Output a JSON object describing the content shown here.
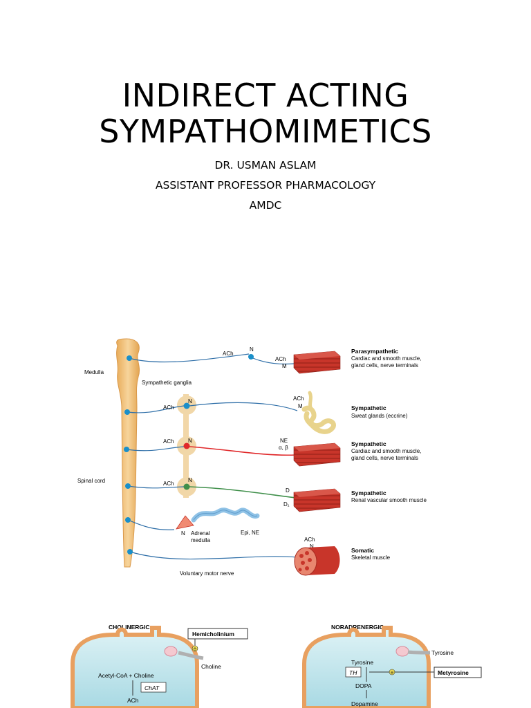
{
  "slide": {
    "title_line1": "INDIRECT ACTING",
    "title_line2": "SYMPATHOMIMETICS",
    "author": "DR. USMAN ASLAM",
    "position": "ASSISTANT PROFESSOR PHARMACOLOGY",
    "institution": "AMDC"
  },
  "diagram": {
    "medulla": "Medulla",
    "spinal_cord": "Spinal cord",
    "sympathetic_ganglia": "Sympathetic ganglia",
    "adrenal_medulla_line1": "Adrenal",
    "adrenal_medulla_line2": "medulla",
    "voluntary_motor_nerve": "Voluntary motor nerve",
    "row1": {
      "pre_nt": "ACh",
      "receptor": "N",
      "post_nt": "ACh",
      "post_receptor": "M",
      "title": "Parasympathetic",
      "line1": "Cardiac and smooth muscle,",
      "line2": "gland cells, nerve terminals"
    },
    "row2": {
      "pre_nt": "ACh",
      "receptor": "N",
      "post_nt": "ACh",
      "post_receptor": "M",
      "title": "Sympathetic",
      "line1": "Sweat glands (eccrine)"
    },
    "row3": {
      "pre_nt": "ACh",
      "receptor": "N",
      "post_nt": "NE",
      "post_receptor": "α, β",
      "title": "Sympathetic",
      "line1": "Cardiac and smooth muscle,",
      "line2": "gland cells, nerve terminals"
    },
    "row4": {
      "pre_nt": "ACh",
      "receptor": "N",
      "post_nt": "D",
      "post_receptor": "D₁",
      "title": "Sympathetic",
      "line1": "Renal vascular smooth muscle"
    },
    "row5": {
      "receptor": "N",
      "output": "Epi, NE"
    },
    "row6": {
      "post_nt": "ACh",
      "post_receptor": "N",
      "title": "Somatic",
      "line1": "Skeletal muscle"
    },
    "colors": {
      "cord": "#f2c98a",
      "cord_dark": "#e0a855",
      "nerve": "#2f6fa8",
      "red": "#e0282a",
      "green": "#3f8f4a",
      "node": "#1a8fc9",
      "muscle": "#c8352a"
    }
  },
  "cholinergic": {
    "heading": "CHOLINERGIC",
    "inhibitor": "Hemicholinium",
    "inhibit_symbol": "⊖",
    "substrate": "Choline",
    "reaction": "Acetyl-CoA + Choline",
    "enzyme": "ChAT",
    "product": "ACh"
  },
  "noradrenergic": {
    "heading": "NORADRENERGIC",
    "substrate": "Tyrosine",
    "inner_substrate": "Tyrosine",
    "enzyme": "TH",
    "inhibitor": "Metyrosine",
    "inhibit_symbol": "⊖",
    "intermediate": "DOPA",
    "product": "Dopamine"
  }
}
